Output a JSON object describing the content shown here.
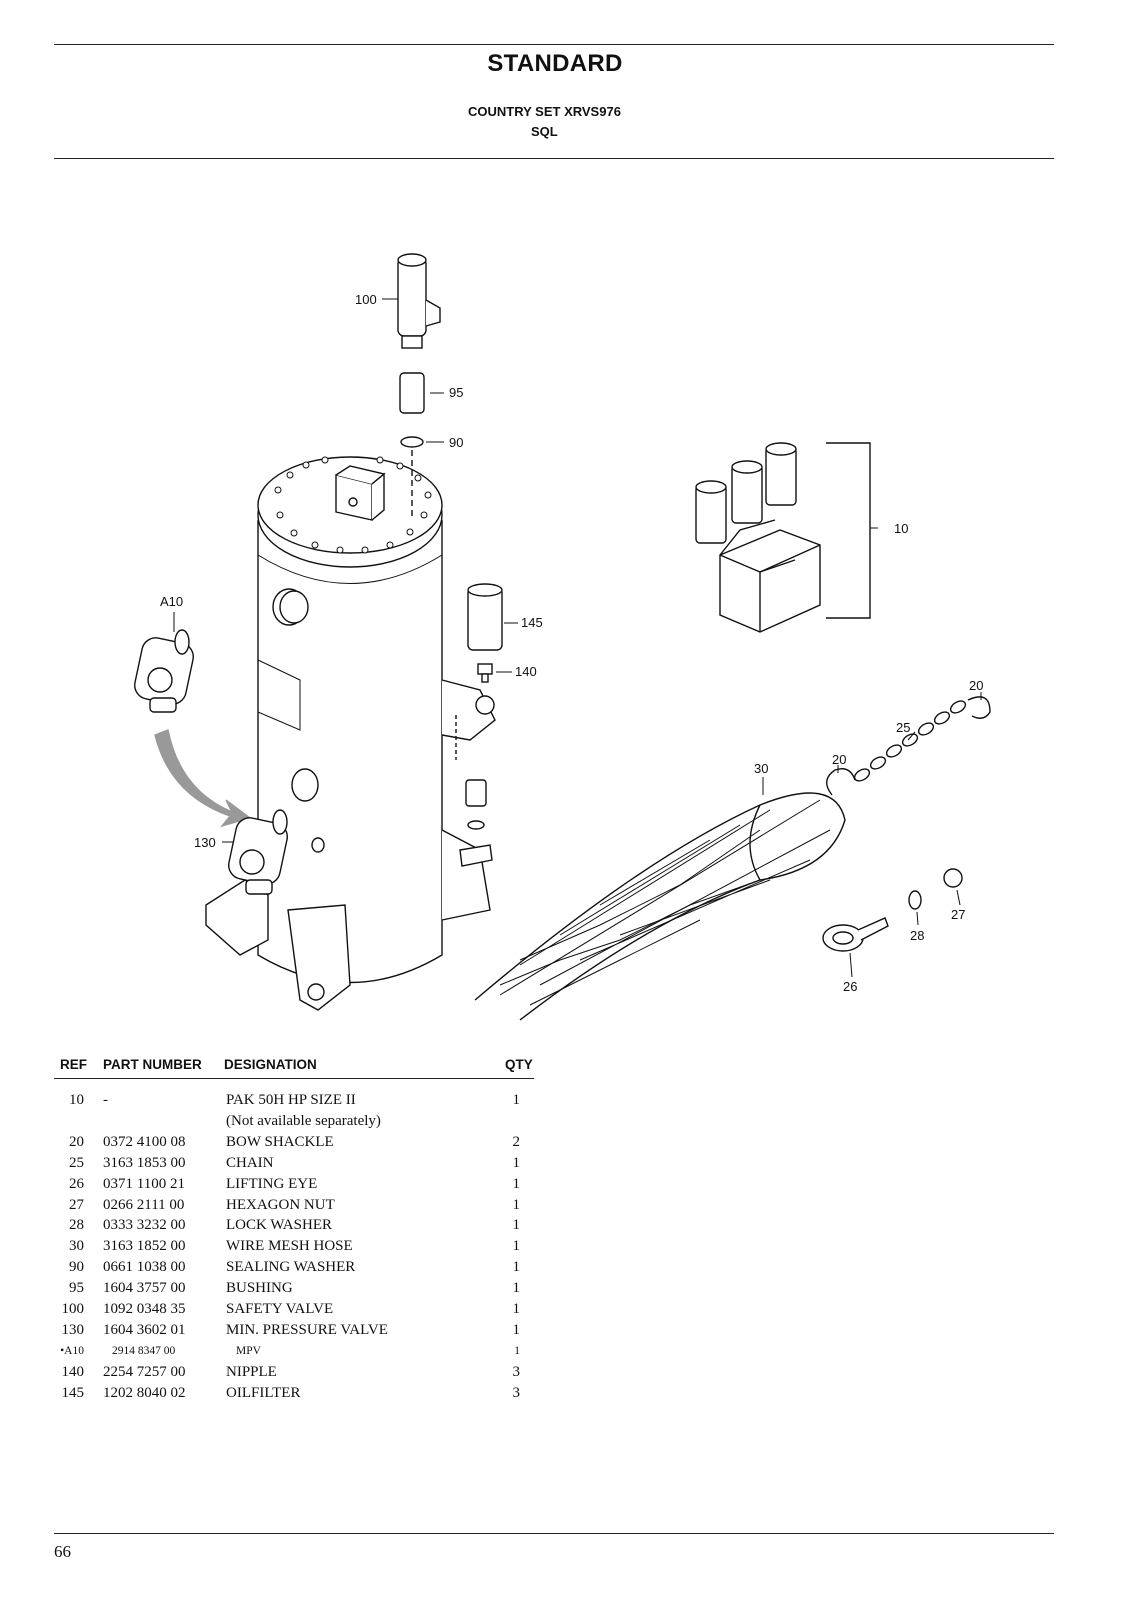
{
  "header": {
    "title": "STANDARD",
    "subtitle_line1": "COUNTRY SET XRVS976",
    "subtitle_line2": "SQL"
  },
  "illustration": {
    "callouts": [
      "100",
      "95",
      "90",
      "10",
      "A10",
      "145",
      "140",
      "20",
      "25",
      "20",
      "30",
      "130",
      "27",
      "28",
      "26"
    ]
  },
  "parts_table": {
    "headers": {
      "ref": "REF",
      "part_number": "PART NUMBER",
      "designation": "DESIGNATION",
      "qty": "QTY"
    },
    "rows": [
      {
        "ref": "10",
        "part_number": "-",
        "designation": "PAK 50H HP SIZE II",
        "qty": "1"
      },
      {
        "ref": "",
        "part_number": "",
        "designation": "(Not available separately)",
        "qty": ""
      },
      {
        "ref": "20",
        "part_number": "0372 4100 08",
        "designation": "BOW SHACKLE",
        "qty": "2"
      },
      {
        "ref": "25",
        "part_number": "3163 1853 00",
        "designation": "CHAIN",
        "qty": "1"
      },
      {
        "ref": "26",
        "part_number": "0371 1100 21",
        "designation": "LIFTING EYE",
        "qty": "1"
      },
      {
        "ref": "27",
        "part_number": "0266 2111 00",
        "designation": "HEXAGON NUT",
        "qty": "1"
      },
      {
        "ref": "28",
        "part_number": "0333 3232 00",
        "designation": "LOCK WASHER",
        "qty": "1"
      },
      {
        "ref": "30",
        "part_number": "3163 1852 00",
        "designation": "WIRE MESH HOSE",
        "qty": "1"
      },
      {
        "ref": "90",
        "part_number": "0661 1038 00",
        "designation": "SEALING WASHER",
        "qty": "1"
      },
      {
        "ref": "95",
        "part_number": "1604 3757 00",
        "designation": "BUSHING",
        "qty": "1"
      },
      {
        "ref": "100",
        "part_number": "1092 0348 35",
        "designation": "SAFETY VALVE",
        "qty": "1"
      },
      {
        "ref": "130",
        "part_number": "1604 3602 01",
        "designation": "MIN. PRESSURE VALVE",
        "qty": "1"
      },
      {
        "ref": "•A10",
        "part_number": "2914 8347 00",
        "designation": "MPV",
        "qty": "1",
        "sub_item": true
      },
      {
        "ref": "140",
        "part_number": "2254 7257 00",
        "designation": "NIPPLE",
        "qty": "3"
      },
      {
        "ref": "145",
        "part_number": "1202 8040 02",
        "designation": "OILFILTER",
        "qty": "3"
      }
    ]
  },
  "footer": {
    "page_number": "66"
  }
}
